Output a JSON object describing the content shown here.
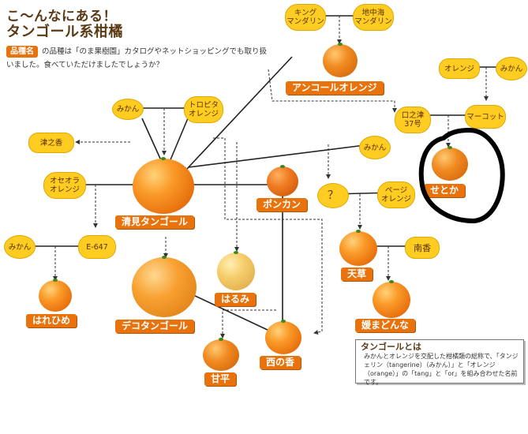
{
  "title_line1": "こ〜んなにある！",
  "title_line2": "タンゴール系柑橘",
  "intro": {
    "badge": "品種名",
    "text": "の品種は「のま果樹園」カタログやネットショッピングでも取り扱いました。食べていただけましたでしょうか？"
  },
  "varieties": {
    "king_mandarin": "キング\nマンダリン",
    "med_mandarin": "地中海\nマンダリン",
    "mikan": "みかん",
    "orange": "オレンジ",
    "tropita": "トロピタ\nオレンジ",
    "osceola": "オセオラ\nオレンジ",
    "tsunokaori": "津之香",
    "e647": "E-647",
    "kuchinotsu": "口之津\n37号",
    "murcott": "マーコット",
    "unknown": "？",
    "page": "ページ\nオレンジ",
    "nanko": "南香"
  },
  "products": {
    "ancore": "アンコールオレンジ",
    "kiyomi": "清見タンゴール",
    "ponkan": "ポンカン",
    "setoka": "せとか",
    "harehime": "はれひめ",
    "dekopon": "デコタンゴール",
    "harumi": "はるみ",
    "tensou": "天草",
    "madonna": "媛まどんな",
    "kanpei": "甘平",
    "nishinokaori": "西の香"
  },
  "note": {
    "title": "タンゴールとは",
    "body": "みかんとオレンジを交配した柑橘類の総称で、「タンジェリン（tangerine）（みかん）」と「オレンジ（orange）」の「tang」と「or」を組み合わせた名前です。"
  },
  "colors": {
    "label": "#e8720c",
    "circle": "#ffcc22",
    "title": "#5a3a14"
  }
}
